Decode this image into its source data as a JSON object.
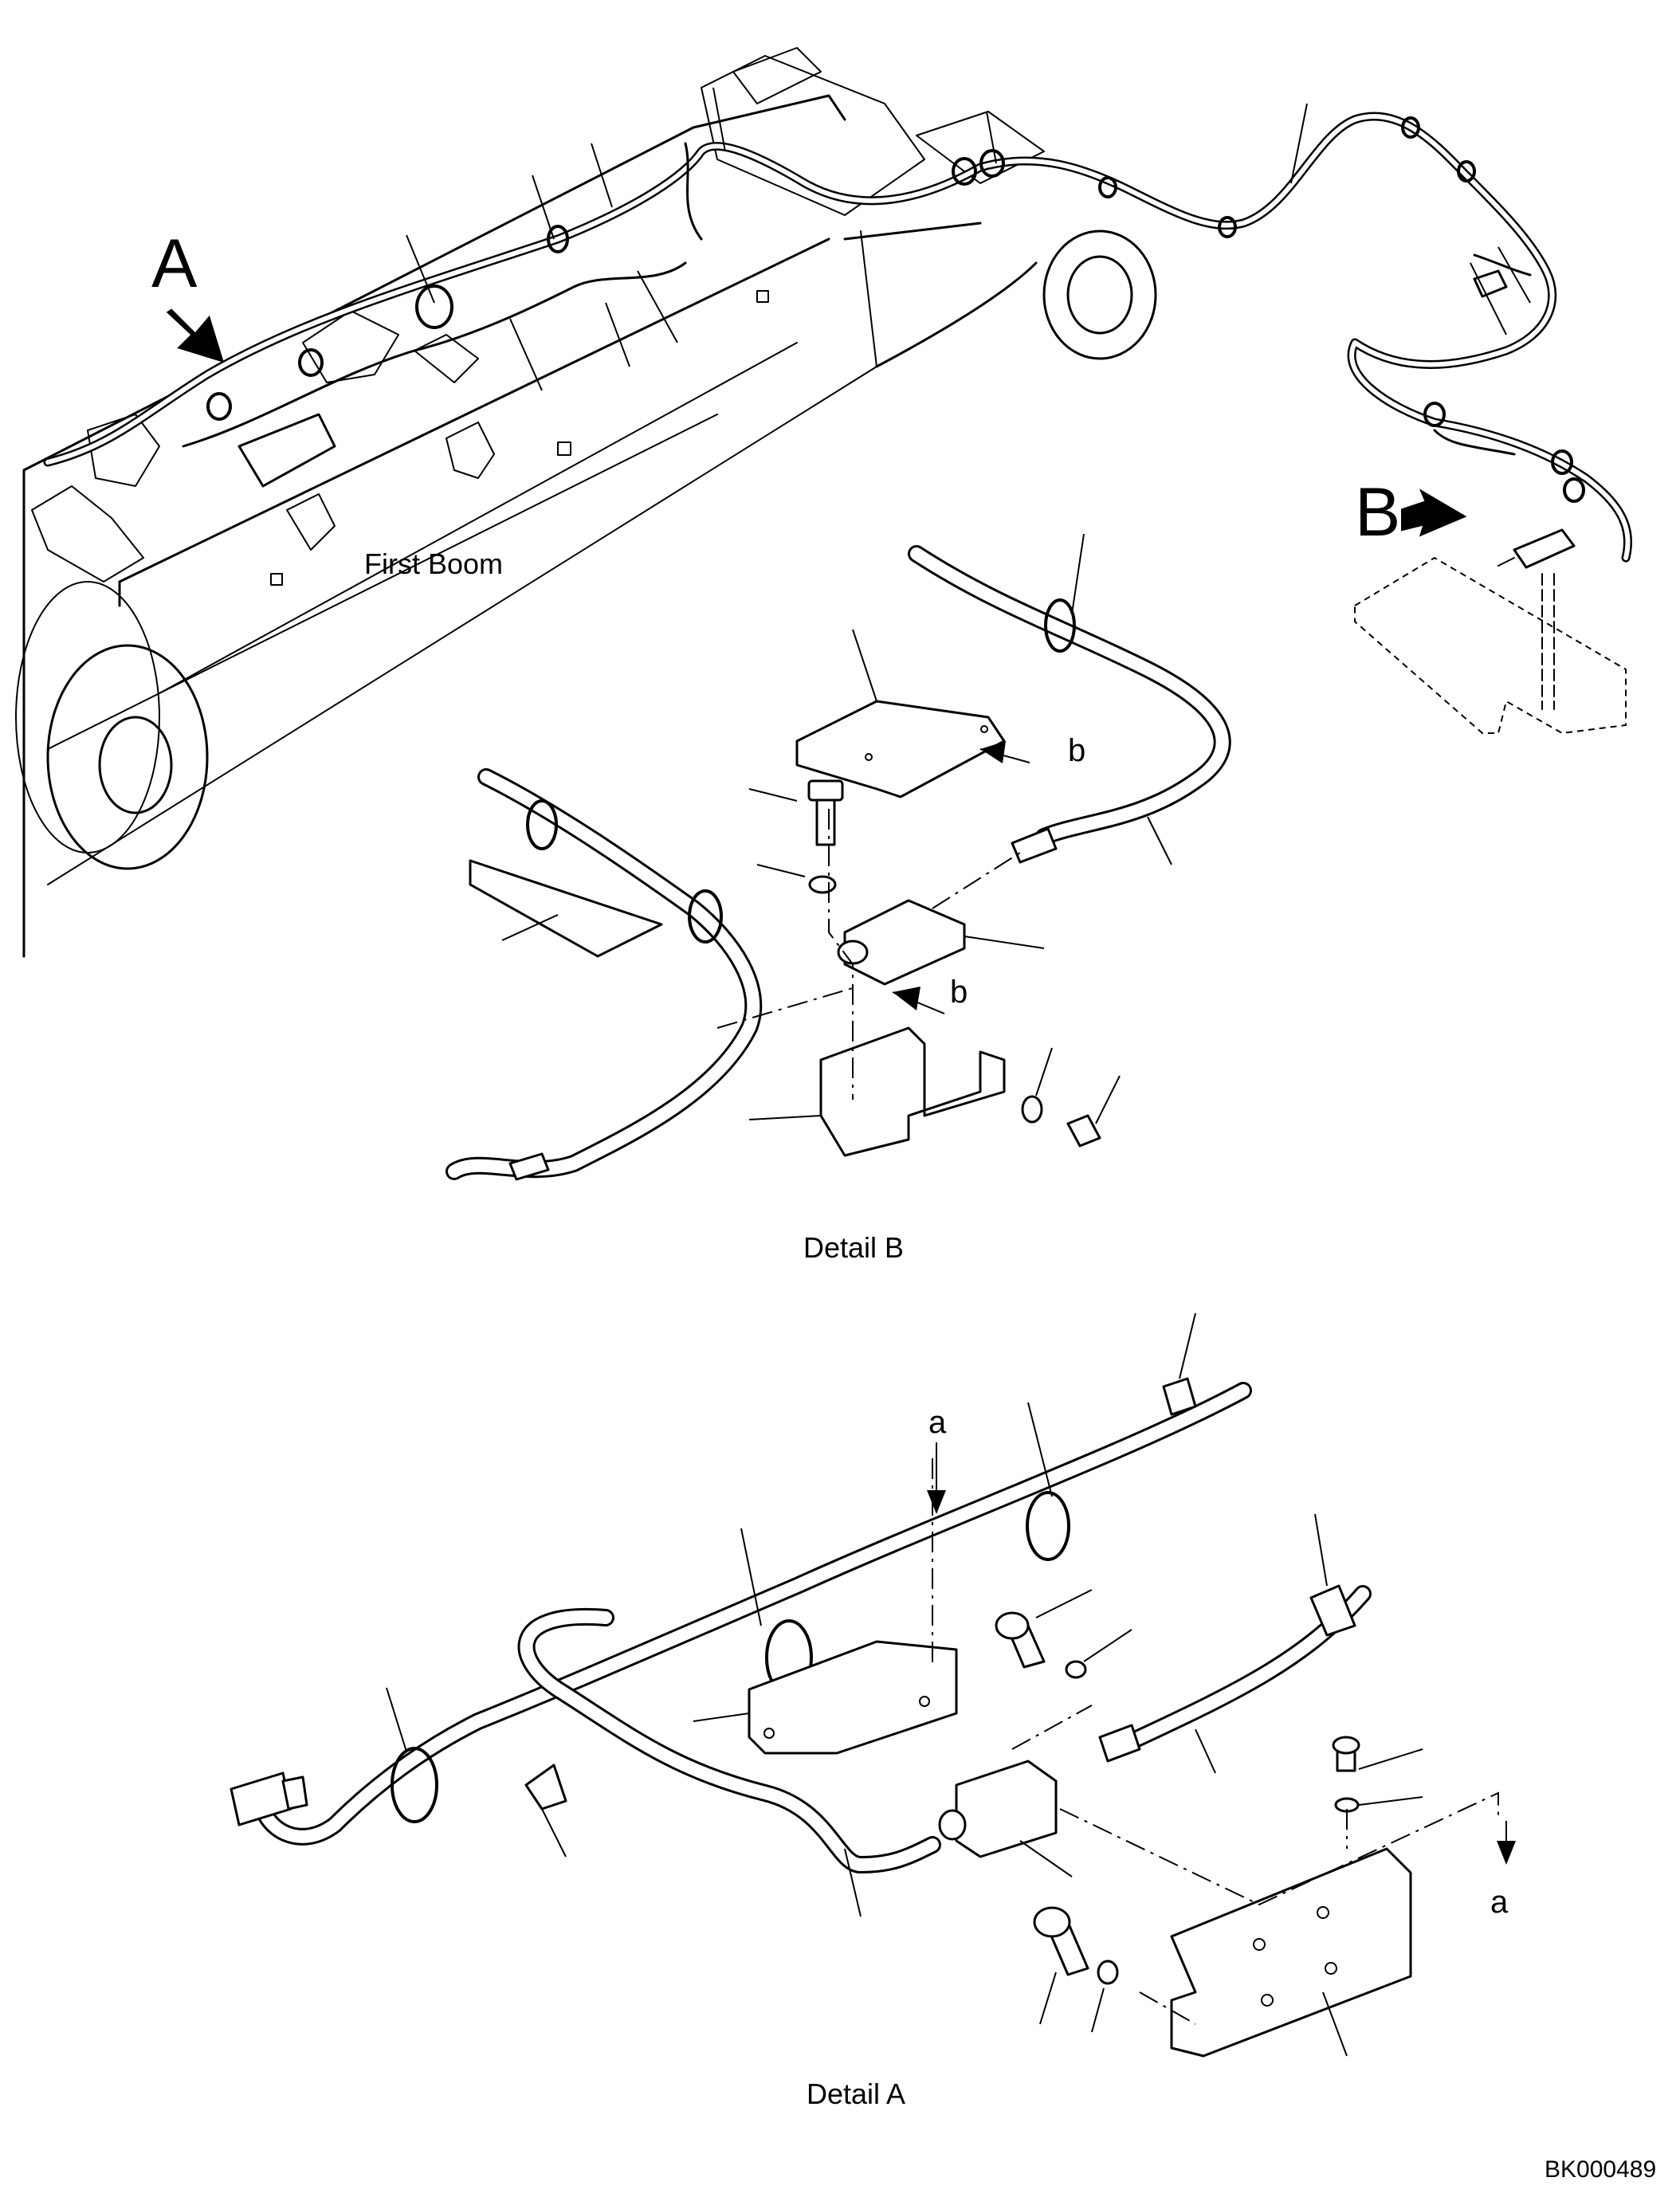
{
  "labels": {
    "callout_a": "A",
    "callout_b": "B",
    "first_boom": "First Boom",
    "detail_b": "Detail B",
    "detail_a": "Detail A",
    "ref_a_top": "a",
    "ref_a_bottom": "a",
    "ref_b_top": "b",
    "ref_b_bottom": "b",
    "drawing_number": "BK000489"
  }
}
